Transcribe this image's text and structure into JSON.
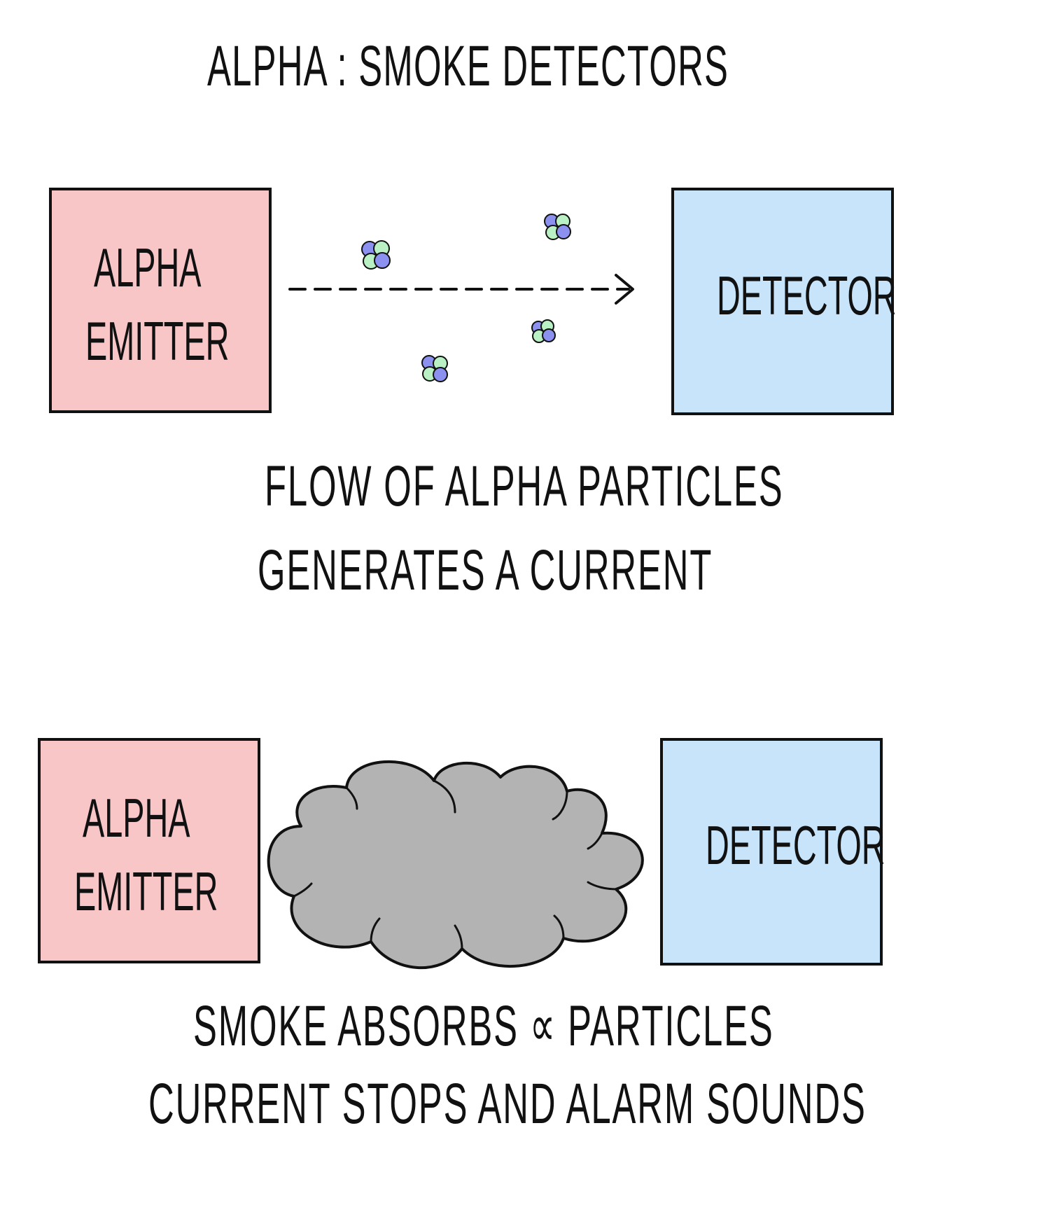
{
  "title": "ALPHA : SMOKE DETECTORS",
  "top_panel": {
    "emitter_label_line1": "ALPHA",
    "emitter_label_line2": "EMITTER",
    "detector_label": "DETECTOR",
    "caption_line1": "FLOW OF ALPHA PARTICLES",
    "caption_line2": "GENERATES A CURRENT"
  },
  "bottom_panel": {
    "emitter_label_line1": "ALPHA",
    "emitter_label_line2": "EMITTER",
    "detector_label": "DETECTOR",
    "caption_line1": "SMOKE ABSORBS ∝ PARTICLES",
    "caption_line2": "CURRENT STOPS AND ALARM SOUNDS"
  },
  "colors": {
    "emitter_fill": "#f9c6c8",
    "detector_fill": "#c7e4fb",
    "smoke_fill": "#b3b3b3",
    "particle_blue": "#8c90ef",
    "particle_green": "#b9f0c4",
    "ink": "#111111"
  },
  "icons": {
    "particle": "alpha-particle-icon",
    "flow_arrow": "arrow-right-icon",
    "smoke": "smoke-cloud-icon"
  }
}
